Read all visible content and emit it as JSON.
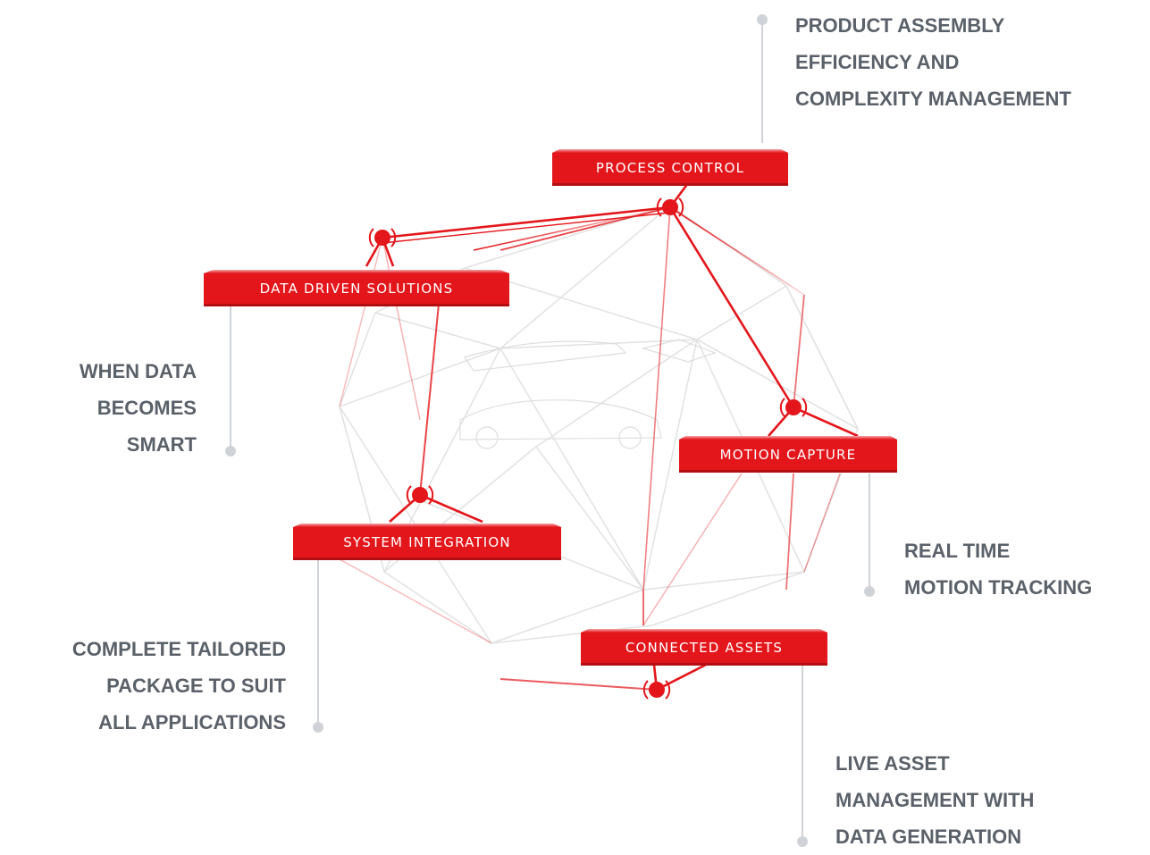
{
  "nodes": {
    "process_control": "PROCESS CONTROL",
    "data_driven": "DATA DRIVEN SOLUTIONS",
    "motion_capture": "MOTION CAPTURE",
    "system_integration": "SYSTEM INTEGRATION",
    "connected_assets": "CONNECTED ASSETS"
  },
  "callouts": {
    "process_control": [
      "PRODUCT ASSEMBLY",
      "EFFICIENCY AND",
      "COMPLEXITY MANAGEMENT"
    ],
    "data_driven": [
      "WHEN DATA",
      "BECOMES",
      "SMART"
    ],
    "motion_capture": [
      "REAL TIME",
      "MOTION TRACKING"
    ],
    "system_integration": [
      "COMPLETE TAILORED",
      "PACKAGE TO SUIT",
      "ALL APPLICATIONS"
    ],
    "connected_assets": [
      "LIVE ASSET",
      "MANAGEMENT WITH",
      "DATA GENERATION"
    ]
  },
  "colors": {
    "accent": "#e3161b",
    "callout_text": "#5b6169",
    "leader_line": "#cfd2d6",
    "mesh": "#e2e2e2"
  }
}
